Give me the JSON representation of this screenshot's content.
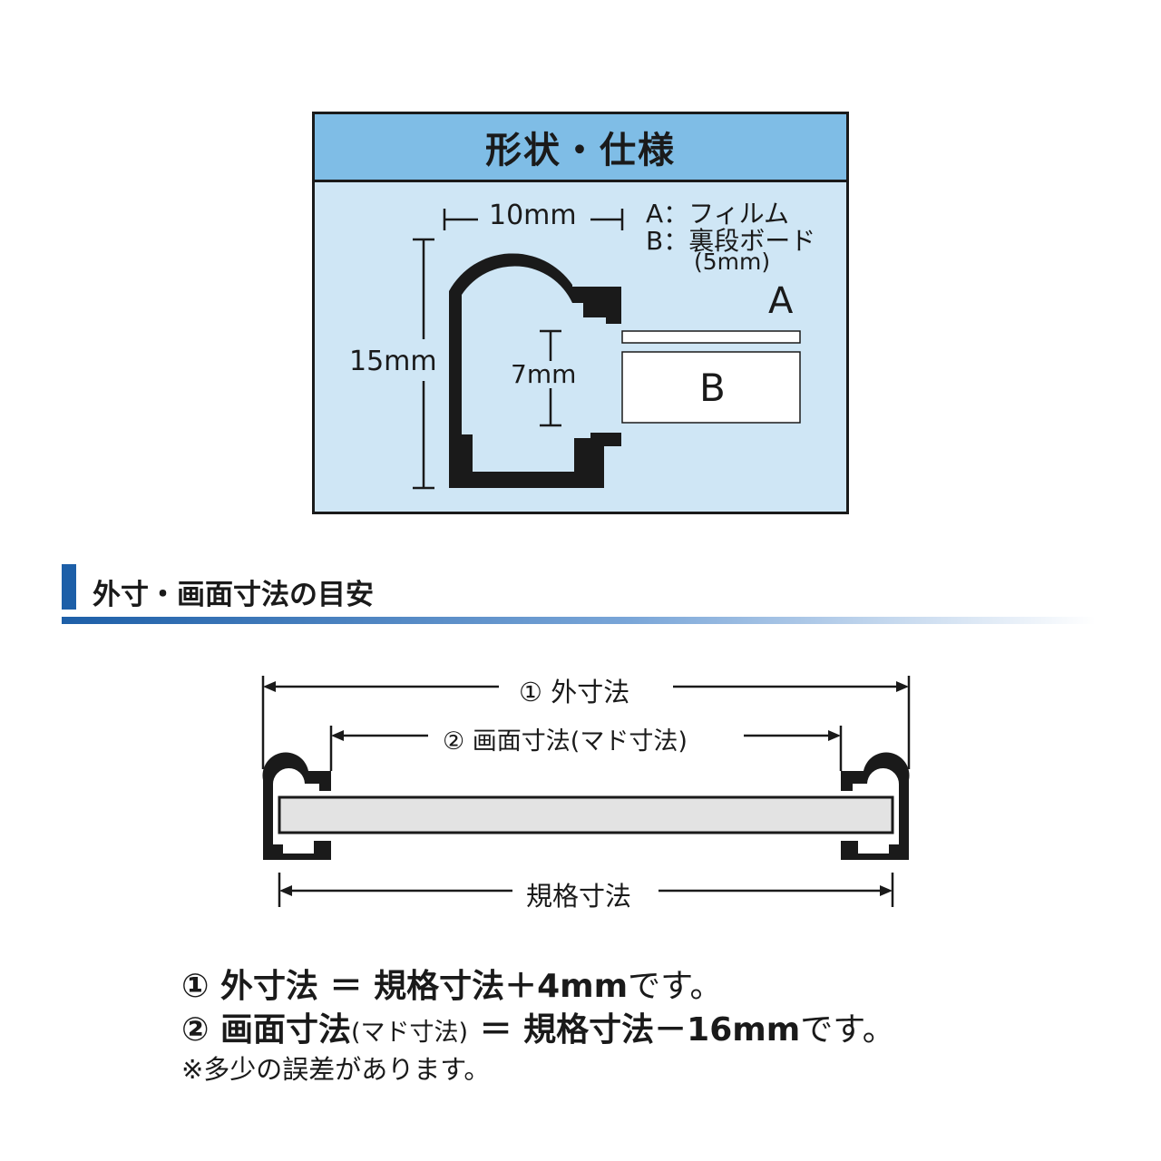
{
  "spec": {
    "title": "形状・仕様",
    "width_label": "10mm",
    "height_label": "15mm",
    "inner_label": "7mm",
    "legend_a": "A：フィルム",
    "legend_b": "B：裏段ボード",
    "legend_b_sub": "(5mm)",
    "label_a": "A",
    "label_b": "B"
  },
  "section": {
    "title": "外寸・画面寸法の目安"
  },
  "dimension": {
    "outer_label": "① 外寸法",
    "screen_label": "② 画面寸法(マド寸法)",
    "standard_label": "規格寸法"
  },
  "notes": {
    "line1_lead": "① 外寸法 ＝ 規格寸法＋4mm",
    "line1_tail": "です。",
    "line2_lead": "② 画面寸法",
    "line2_paren": "(マド寸法)",
    "line2_mid": " ＝ 規格寸法－16mm",
    "line2_tail": "です。",
    "footnote": "※多少の誤差があります。"
  },
  "colors": {
    "header_blue": "#7fbde6",
    "panel_blue": "#cfe6f5",
    "accent_blue": "#1d5fa8"
  }
}
